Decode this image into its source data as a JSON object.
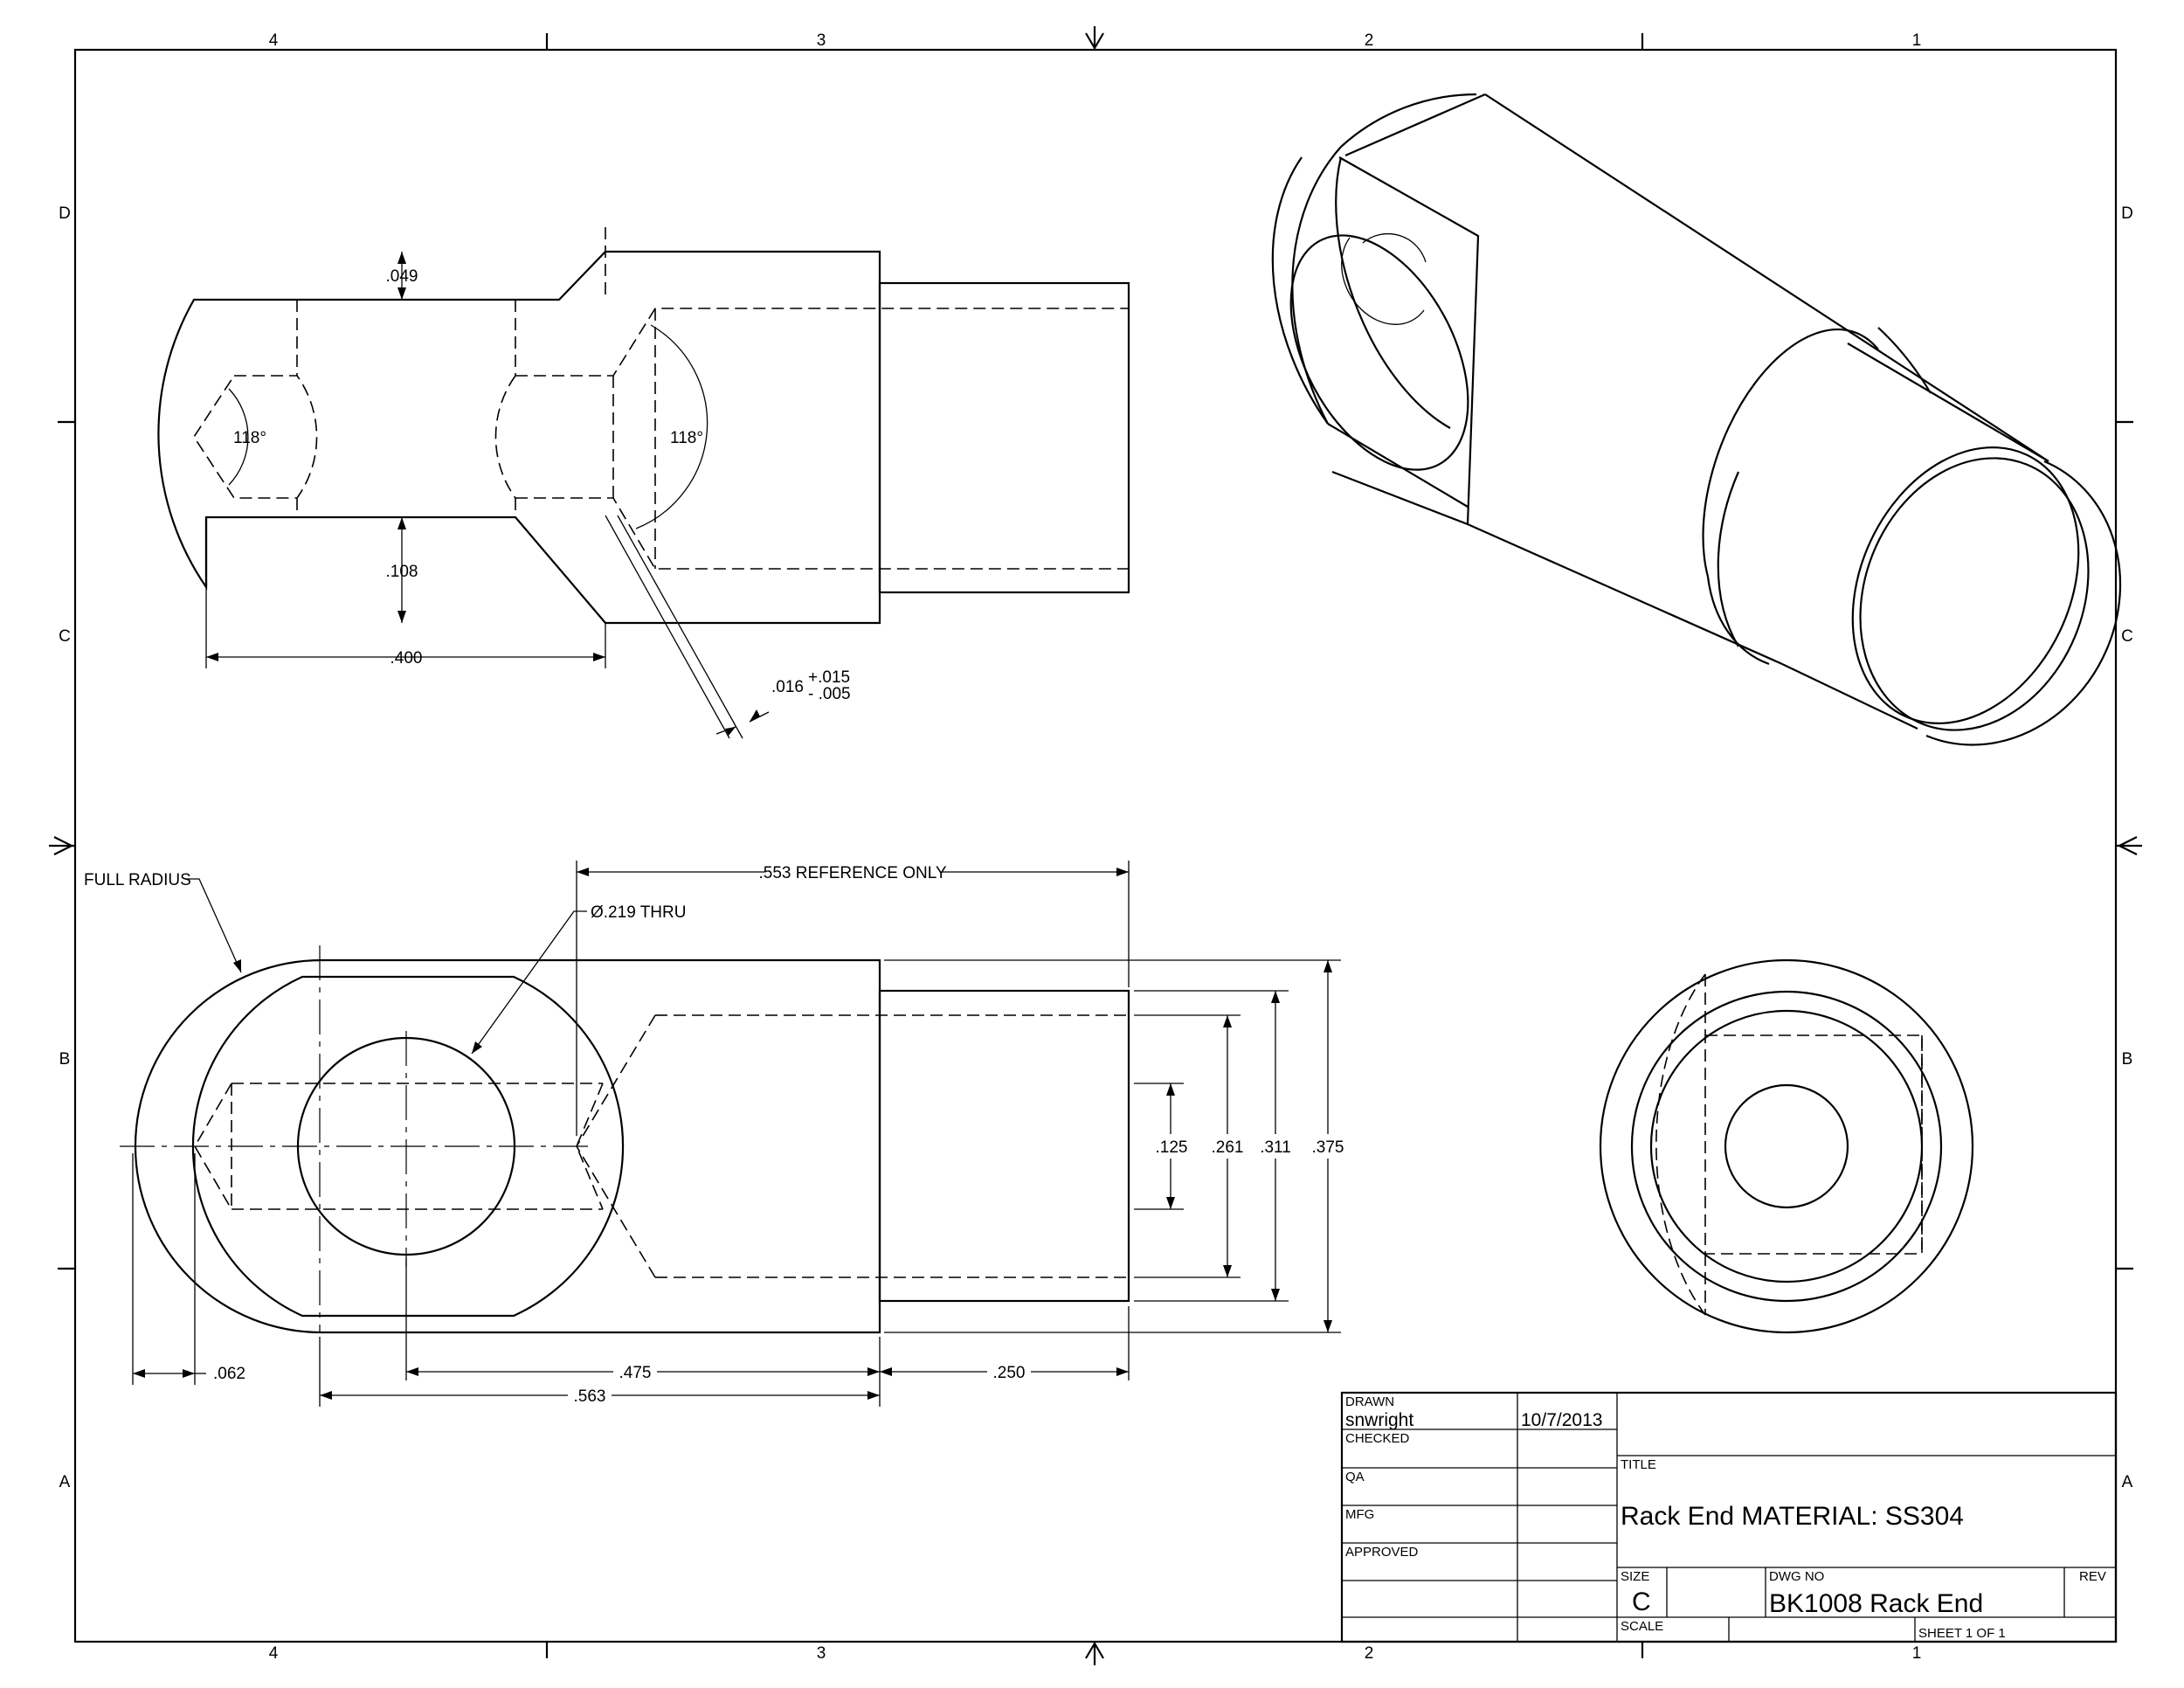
{
  "border": {
    "zones_top": [
      "4",
      "3",
      "2",
      "1"
    ],
    "zones_bottom": [
      "4",
      "3",
      "2",
      "1"
    ],
    "zones_left": [
      "D",
      "C",
      "B",
      "A"
    ],
    "zones_right": [
      "D",
      "C",
      "B",
      "A"
    ]
  },
  "dimensions": {
    "top_view": {
      "flat_depth": ".049",
      "angle_left": "118°",
      "angle_right": "118°",
      "flat_height": ".108",
      "length": ".400",
      "gap_value": ".016",
      "gap_tol_plus": "+.015",
      "gap_tol_minus": "- .005"
    },
    "front_view": {
      "full_radius": "FULL RADIUS",
      "ref_length": ".553 REFERENCE ONLY",
      "hole": "Ø.219 THRU",
      "d125": ".125",
      "d261": ".261",
      "d311": ".311",
      "d375": ".375",
      "d062": ".062",
      "d475": ".475",
      "d250": ".250",
      "d563": ".563"
    }
  },
  "title_block": {
    "drawn_label": "DRAWN",
    "drawn_by": "snwright",
    "drawn_date": "10/7/2013",
    "checked_label": "CHECKED",
    "qa_label": "QA",
    "mfg_label": "MFG",
    "approved_label": "APPROVED",
    "title_label": "TITLE",
    "title": "Rack End MATERIAL: SS304",
    "size_label": "SIZE",
    "size": "C",
    "dwg_no_label": "DWG NO",
    "dwg_no": "BK1008 Rack End",
    "rev_label": "REV",
    "scale_label": "SCALE",
    "sheet_label": "SHEET 1  OF 1"
  }
}
